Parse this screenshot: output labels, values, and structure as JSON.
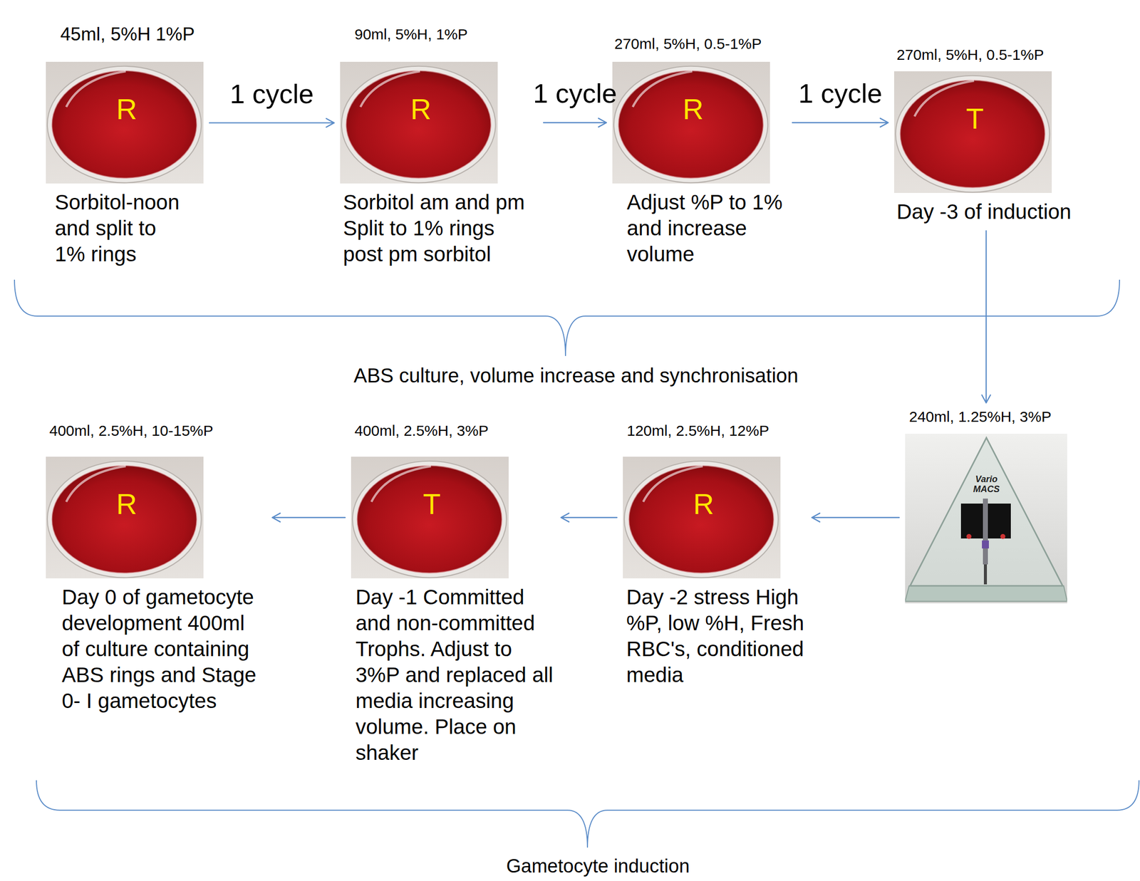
{
  "diagram": {
    "nodes": [
      {
        "text": [
          "45ml, 5%H 1%P",
          "R",
          "Sorbitol-noon and split to 1% rings"
        ]
      },
      {
        "text": [
          "90ml, 5%H, 1%P",
          "R",
          "Sorbitol am and pm Split to 1% rings post pm sorbitol"
        ]
      },
      {
        "text": [
          "270ml, 5%H, 0.5-1%P",
          "R",
          "Adjust %P to 1% and increase volume"
        ]
      },
      {
        "text": [
          "270ml, 5%H, 0.5-1%P",
          "T",
          "Day -3 of induction"
        ]
      },
      {
        "text": [
          "400ml, 2.5%H, 10-15%P",
          "R",
          "Day 0 of gametocyte development 400ml of culture containing ABS rings and Stage 0- I gametocytes"
        ]
      },
      {
        "text": [
          "400ml, 2.5%H, 3%P",
          "T",
          "Day -1 Committed and non-committed Trophs. Adjust to 3%P and replaced all media increasing volume. Place on shaker"
        ]
      },
      {
        "text": [
          "120ml, 2.5%H, 12%P",
          "R",
          "Day -2 stress High %P, low %H, Fresh RBC's, conditioned media"
        ]
      },
      {
        "text": [
          "240ml, 1.25%H, 3%P",
          "Vario MACS"
        ]
      }
    ],
    "edges": [
      {
        "from": 0,
        "to": 1,
        "label": "1 cycle",
        "arrow": "to"
      },
      {
        "from": 1,
        "to": 2,
        "label": "1 cycle",
        "arrow": "to"
      },
      {
        "from": 2,
        "to": 3,
        "label": "1 cycle",
        "arrow": "to"
      },
      {
        "from": 3,
        "to": 7,
        "arrow": "to"
      },
      {
        "from": 7,
        "to": 6,
        "arrow": "to"
      },
      {
        "from": 6,
        "to": 5,
        "arrow": "to"
      },
      {
        "from": 5,
        "to": 4,
        "arrow": "to"
      }
    ],
    "labels": [
      "ABS culture, volume increase and synchronisation",
      "Gametocyte induction"
    ]
  }
}
